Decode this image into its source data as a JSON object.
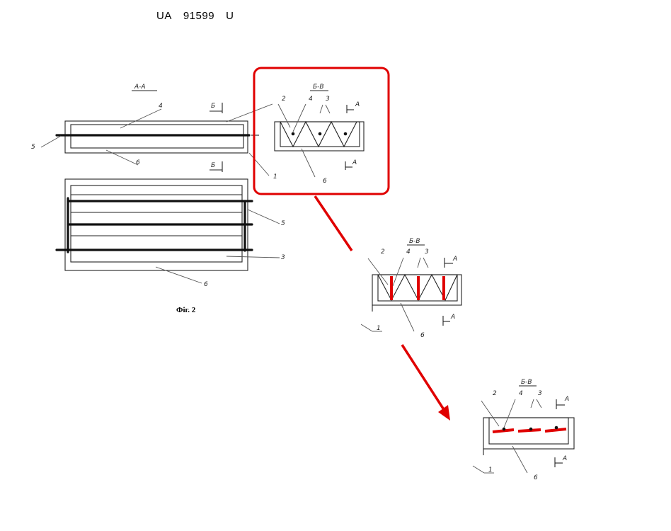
{
  "document": {
    "patent_number_prefix": "UA",
    "patent_number": "91599",
    "patent_kind": "U",
    "figure_caption": "Фіг. 2"
  },
  "section_a_label": "A-A",
  "section_b_label": "Б-В",
  "callouts": {
    "n1": "1",
    "n2": "2",
    "n3": "3",
    "n4": "4",
    "n5": "5",
    "n6": "6"
  },
  "section_marks": {
    "a": "A",
    "b": "Б"
  },
  "colors": {
    "highlight": "#e00000",
    "line": "#222222"
  }
}
